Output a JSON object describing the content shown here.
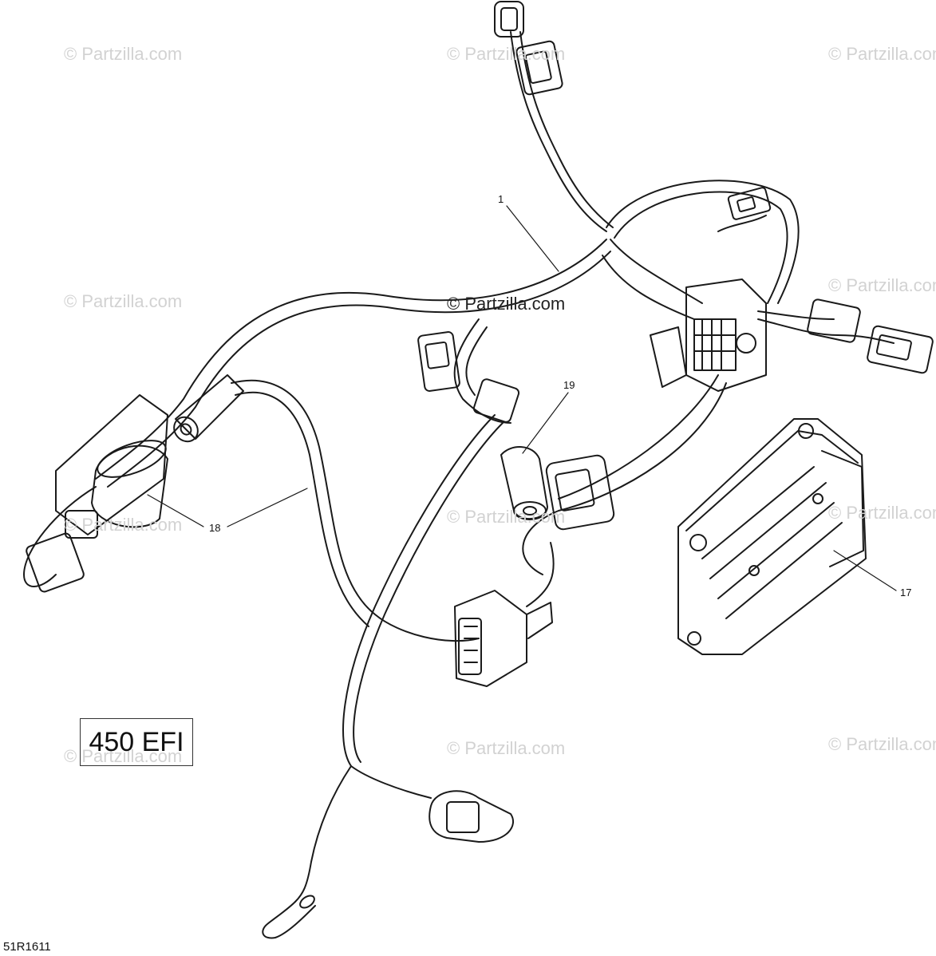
{
  "watermark_text": "© Partzilla.com",
  "model_label": "450 EFI",
  "figure_code": "51R1611",
  "callouts": {
    "harness": "1",
    "cap": "19",
    "coil": "18",
    "ecm": "17"
  },
  "colors": {
    "line": "#1a1a1a",
    "watermark": "#d2d2d2",
    "background": "#ffffff"
  }
}
